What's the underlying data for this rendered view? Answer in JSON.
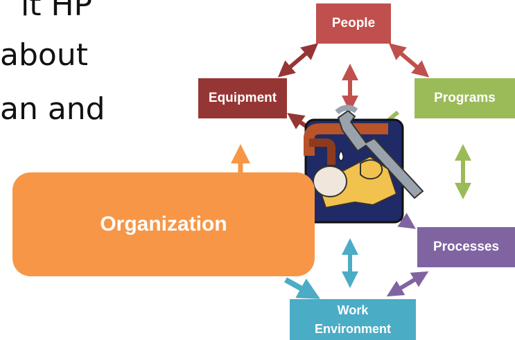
{
  "background_text": {
    "line1": "it HP",
    "line2": "about",
    "line3": "an and"
  },
  "nodes": {
    "people": {
      "label": "People",
      "color": "#c0504d"
    },
    "equipment": {
      "label": "Equipment",
      "color": "#963634"
    },
    "programs": {
      "label": "Programs",
      "color": "#9bbb59"
    },
    "processes": {
      "label": "Processes",
      "color": "#8064a2"
    },
    "work_environment": {
      "line1": "Work",
      "line2": "Environment",
      "color": "#4bacc6"
    }
  },
  "center": {
    "label": "Organization",
    "color": "#f79646",
    "icon": "plumber-wrench-pipe-icon"
  },
  "arrow_colors": {
    "people": "#c0504d",
    "equipment": "#963634",
    "programs": "#9bbb59",
    "processes": "#8064a2",
    "work_environment": "#4bacc6",
    "organization": "#f79646"
  }
}
